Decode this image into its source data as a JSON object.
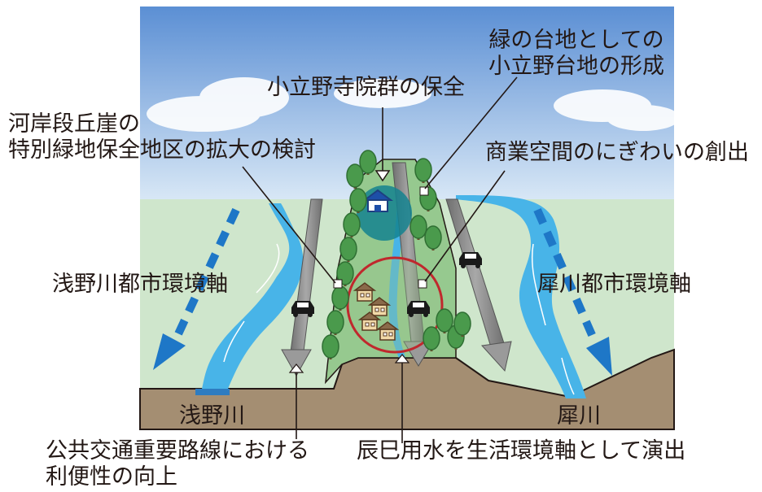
{
  "labels": {
    "kodachino_formation": [
      "緑の台地としての",
      "小立野台地の形成"
    ],
    "temple_conservation": "小立野寺院群の保全",
    "cliff_green_zone": [
      "河岸段丘崖の",
      "特別緑地保全地区の拡大の検討"
    ],
    "commercial_space": "商業空間のにぎわいの創出",
    "asano_axis": "浅野川都市環境軸",
    "sai_axis": "犀川都市環境軸",
    "asano_river": "浅野川",
    "sai_river": "犀川",
    "public_transit": [
      "公共交通重要路線における",
      "利便性の向上"
    ],
    "tatsumi_canal": "辰巳用水を生活環境軸として演出"
  },
  "colors": {
    "sky_top": "#5b8fd4",
    "sky_bottom": "#d9e8f6",
    "ground": "#cfe6cc",
    "plateau": "#96c98f",
    "river": "#48b4e8",
    "road": "#8f8f8f",
    "axis_arrow": "#1e77c7",
    "earth": "#a48e72",
    "tree": "#4a9a4c",
    "temple_circle": "#14838f",
    "town_circle": "#c0282d"
  }
}
